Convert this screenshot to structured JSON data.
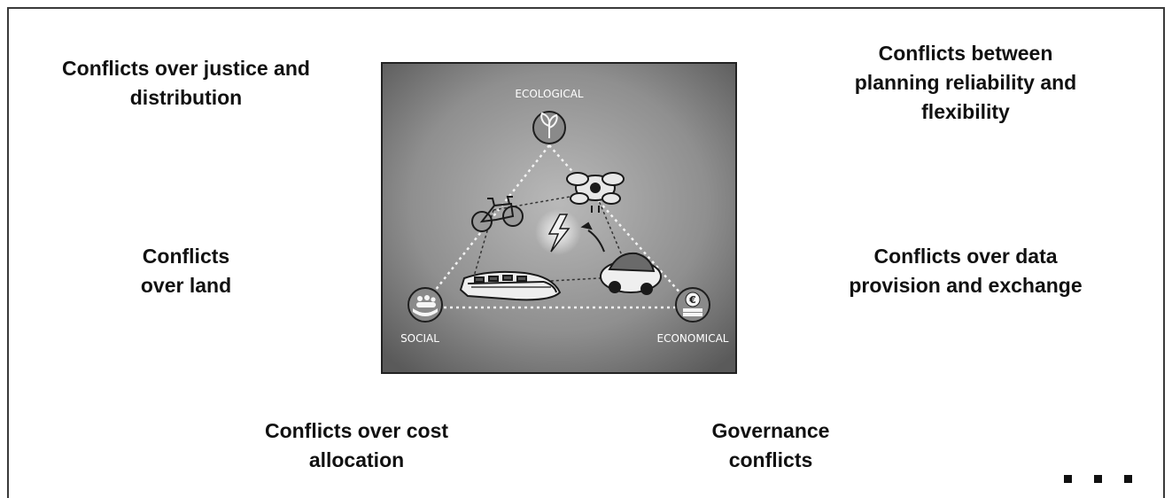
{
  "conflicts": {
    "justice": [
      "Conflicts over justice and",
      "distribution"
    ],
    "planning": [
      "Conflicts between",
      "planning reliability and",
      "flexibility"
    ],
    "land": [
      "Conflicts",
      "over land"
    ],
    "data": [
      "Conflicts over data",
      "provision and exchange"
    ],
    "cost": [
      "Conflicts over cost",
      "allocation"
    ],
    "governance": [
      "Governance",
      "conflicts"
    ]
  },
  "triangle": {
    "ecological": "ECOLOGICAL",
    "social": "SOCIAL",
    "economical": "ECONOMICAL",
    "euro_symbol": "€"
  },
  "icons": {
    "ecological": "leaf-icon",
    "social": "people-hands-icon",
    "economical": "euro-coin-icon",
    "center": "lightning-icon"
  }
}
